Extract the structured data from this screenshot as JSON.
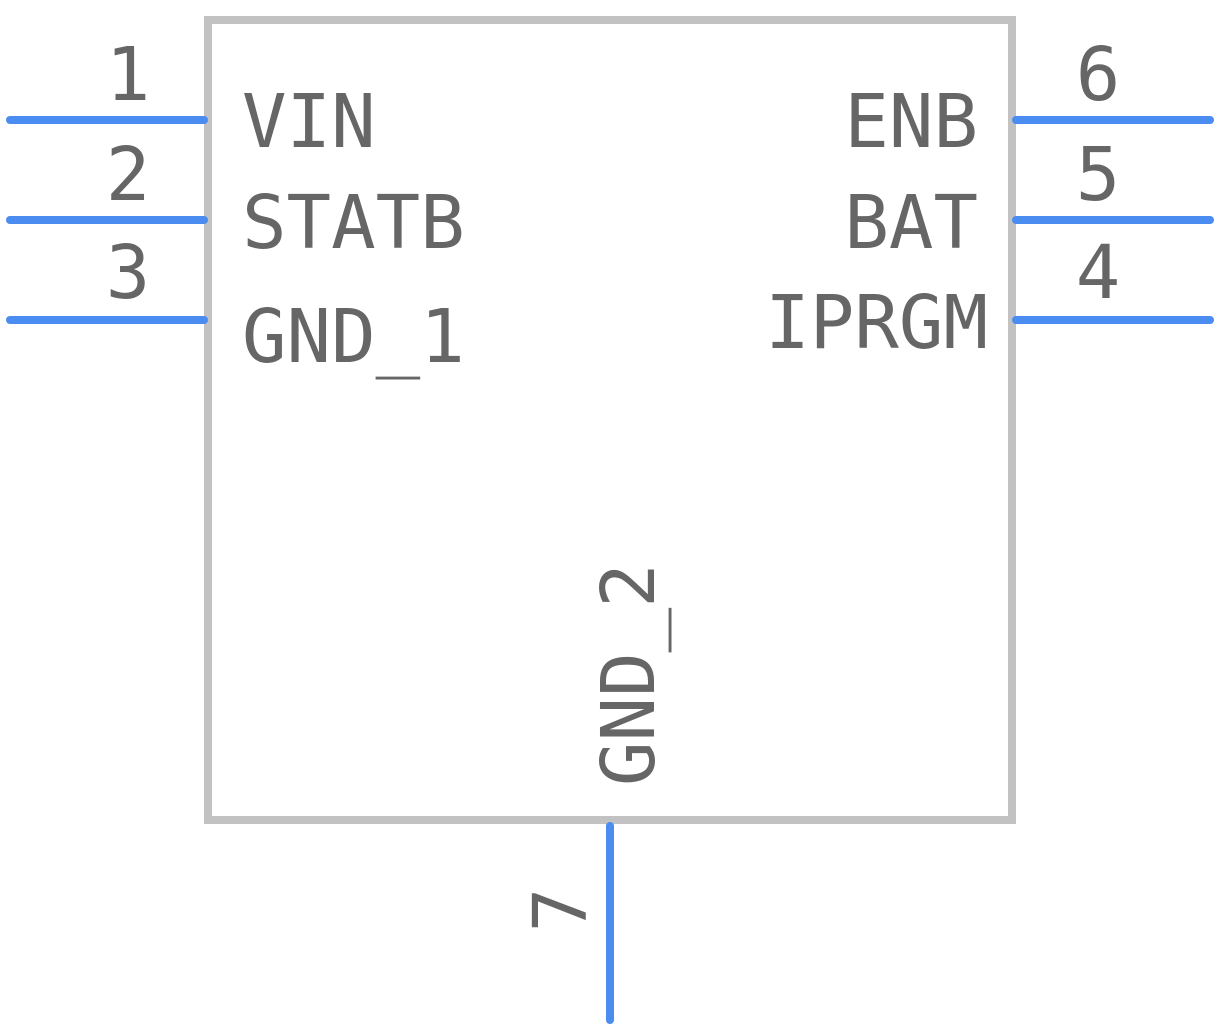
{
  "component": {
    "colors": {
      "outline": "#c2c2c2",
      "pin": "#4a8cf0",
      "text": "#666666",
      "background": "#ffffff"
    },
    "pins": [
      {
        "number": "1",
        "name": "VIN",
        "side": "left"
      },
      {
        "number": "2",
        "name": "STATB",
        "side": "left"
      },
      {
        "number": "3",
        "name": "GND_1",
        "side": "left"
      },
      {
        "number": "6",
        "name": "ENB",
        "side": "right"
      },
      {
        "number": "5",
        "name": "BAT",
        "side": "right"
      },
      {
        "number": "4",
        "name": "IPRGM",
        "side": "right"
      },
      {
        "number": "7",
        "name": "GND_2",
        "side": "bottom"
      }
    ]
  }
}
